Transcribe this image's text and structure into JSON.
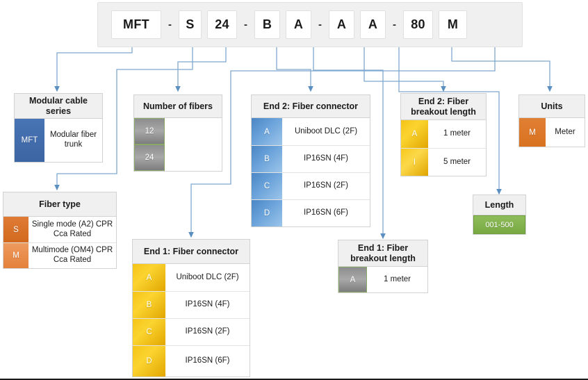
{
  "part_number": {
    "segments": [
      {
        "type": "box",
        "text": "MFT",
        "w": 72
      },
      {
        "type": "dash",
        "text": "-"
      },
      {
        "type": "box",
        "text": "S",
        "w": 33
      },
      {
        "type": "box",
        "text": "24",
        "w": 43
      },
      {
        "type": "dash",
        "text": "-"
      },
      {
        "type": "box",
        "text": "B",
        "w": 37
      },
      {
        "type": "box",
        "text": "A",
        "w": 37
      },
      {
        "type": "dash",
        "text": "-"
      },
      {
        "type": "box",
        "text": "A",
        "w": 37
      },
      {
        "type": "box",
        "text": "A",
        "w": 37
      },
      {
        "type": "dash",
        "text": "-"
      },
      {
        "type": "box",
        "text": "80",
        "w": 43
      },
      {
        "type": "box",
        "text": "M",
        "w": 41
      }
    ]
  },
  "cards": {
    "modular_cable_series": {
      "title": "Modular cable series",
      "rows": [
        {
          "key": "MFT",
          "value": "Modular fiber trunk"
        }
      ]
    },
    "number_of_fibers": {
      "title": "Number of fibers",
      "rows": [
        {
          "key": "12",
          "value": ""
        },
        {
          "key": "24",
          "value": ""
        }
      ]
    },
    "end2_fiber_connector": {
      "title": "End 2: Fiber connector",
      "rows": [
        {
          "key": "A",
          "value": "Uniboot DLC (2F)"
        },
        {
          "key": "B",
          "value": "IP16SN (4F)"
        },
        {
          "key": "C",
          "value": "IP16SN (2F)"
        },
        {
          "key": "D",
          "value": "IP16SN (6F)"
        }
      ]
    },
    "end2_breakout_length": {
      "title": "End 2: Fiber breakout length",
      "rows": [
        {
          "key": "A",
          "value": "1 meter"
        },
        {
          "key": "I",
          "value": "5 meter"
        }
      ]
    },
    "units": {
      "title": "Units",
      "rows": [
        {
          "key": "M",
          "value": "Meter"
        }
      ]
    },
    "fiber_type": {
      "title": "Fiber type",
      "rows": [
        {
          "key": "S",
          "value": "Single mode (A2) CPR Cca Rated"
        },
        {
          "key": "M",
          "value": "Multimode (OM4) CPR Cca Rated"
        }
      ]
    },
    "length": {
      "title": "Length",
      "rows": [
        {
          "key": "001-500",
          "value": ""
        }
      ]
    },
    "end1_fiber_connector": {
      "title": "End 1: Fiber connector",
      "rows": [
        {
          "key": "A",
          "value": "Uniboot DLC (2F)"
        },
        {
          "key": "B",
          "value": "IP16SN (4F)"
        },
        {
          "key": "C",
          "value": "IP16SN (2F)"
        },
        {
          "key": "D",
          "value": "IP16SN (6F)"
        }
      ]
    },
    "end1_breakout_length": {
      "title": "End 1: Fiber breakout length",
      "rows": [
        {
          "key": "A",
          "value": "1 meter"
        }
      ]
    }
  },
  "colors": {
    "connector_line": "#7fa8d0",
    "header_bg": "#f0f0f0",
    "blue_key": "#4a86c5",
    "gold_key": "#f5c316",
    "orange_key": "#d2691e",
    "green_key": "#77aa43",
    "gray_key": "#8d8d8d"
  }
}
